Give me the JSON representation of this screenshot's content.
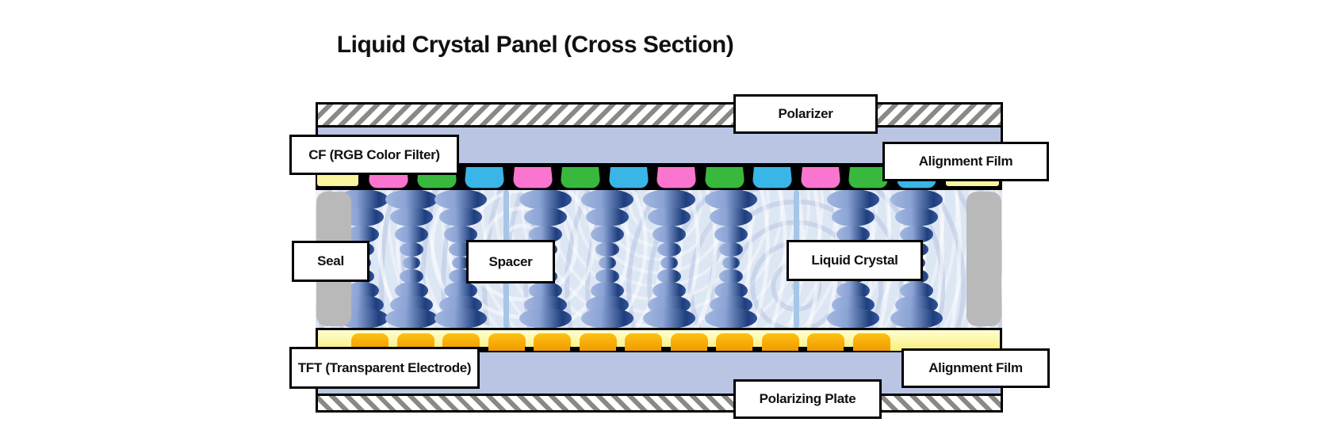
{
  "title": "Liquid Crystal Panel (Cross Section)",
  "labels": {
    "polarizer": "Polarizer",
    "cf": "CF (RGB Color Filter)",
    "alignment_film_top": "Alignment Film",
    "seal": "Seal",
    "spacer": "Spacer",
    "liquid_crystal": "Liquid Crystal",
    "tft": "TFT (Transparent Electrode)",
    "alignment_film_bottom": "Alignment Film",
    "polarizing_plate": "Polarizing Plate"
  },
  "colors": {
    "outline": "#000000",
    "glass": "#b9c5e3",
    "lc_background": "#dde6f3",
    "seal_gray": "#b9b9b9",
    "spacer_line": "#a5c6e8",
    "hatch_stripe": "#8a8a85",
    "hatch_background": "#ffffff",
    "film_yellow_top": "#ffffd2",
    "film_yellow_bottom": "#f7ee7b",
    "electrode_orange_top": "#fec113",
    "electrode_orange_bottom": "#f29a00",
    "molecule_gradient": [
      "#a2b6e0",
      "#8ba4d5",
      "#1e3e7d",
      "#33549a"
    ]
  },
  "color_filter": {
    "pattern": [
      "yellow",
      "pink",
      "green",
      "cyan",
      "pink",
      "green",
      "cyan",
      "pink",
      "green",
      "cyan",
      "pink",
      "green",
      "cyan",
      "yellow"
    ],
    "colors": {
      "yellow": "#faf49e",
      "pink": "#fa75cf",
      "green": "#38b93e",
      "cyan": "#3ab5e8"
    }
  },
  "electrodes": {
    "count": 12
  },
  "spacers": {
    "x_positions": [
      237,
      603
    ]
  },
  "molecules": {
    "column_x": [
      59,
      121,
      183,
      290,
      368,
      446,
      524,
      678,
      758
    ],
    "ellipses": [
      [
        12,
        33,
        13
      ],
      [
        34,
        27,
        12
      ],
      [
        56,
        21,
        11
      ],
      [
        75,
        15,
        9
      ],
      [
        92,
        11,
        8
      ],
      [
        109,
        15,
        9
      ],
      [
        127,
        21,
        11
      ],
      [
        145,
        27,
        12
      ],
      [
        162,
        33,
        13
      ]
    ]
  }
}
